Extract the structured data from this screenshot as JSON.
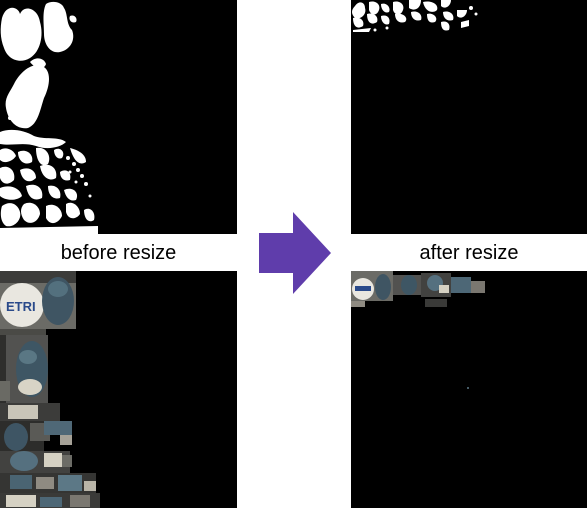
{
  "labels": {
    "before": "before resize",
    "after": "after resize"
  },
  "panels": {
    "top_left": "mask-before-resize",
    "top_right": "mask-after-resize",
    "bottom_left": "masked-photo-before-resize",
    "bottom_right": "masked-photo-after-resize"
  },
  "arrow": {
    "icon": "right-arrow-icon",
    "color": "#5f3dab"
  },
  "photo_text": "ETRI",
  "colors": {
    "background": "#000000",
    "mask": "#ffffff",
    "arrow": "#5f3dab"
  }
}
